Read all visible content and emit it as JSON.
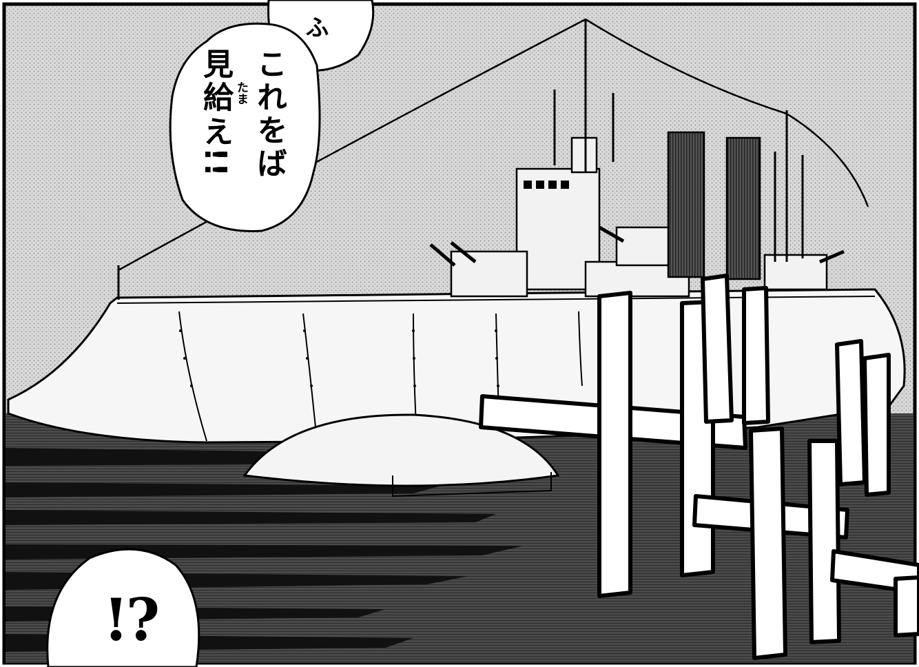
{
  "bubble_top": {
    "text": "ふ"
  },
  "bubble_main": {
    "line1": "これをば",
    "line2_part1": "見",
    "line2_part2": "給",
    "line2_part3": "え!!",
    "ruby": "たま"
  },
  "bubble_reaction": {
    "text": "!?"
  },
  "sfx": {
    "kind": "rumble-katakana-ゴゴ"
  },
  "colors": {
    "ink": "#000000",
    "paper": "#ffffff",
    "sky": "#cfcfcf",
    "sea": "#3a3a3a"
  }
}
